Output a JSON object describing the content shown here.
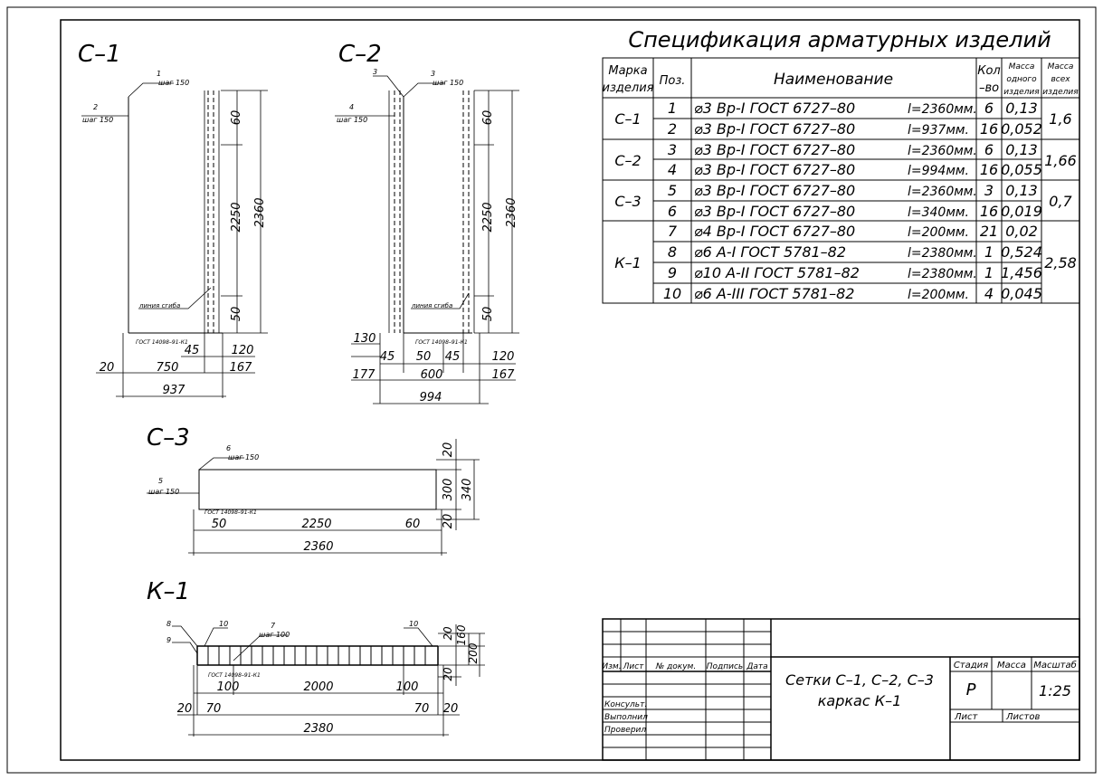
{
  "spec": {
    "title": "Спецификация арматурных изделий",
    "headers": {
      "mark_line1": "Марка",
      "mark_line2": "изделия",
      "pos": "Поз.",
      "name": "Наименование",
      "qty_line1": "Кол",
      "qty_line2": "–во",
      "mass1_line1": "Масса",
      "mass1_line2": "одного",
      "mass1_line3": "изделия",
      "mass2_line1": "Масса",
      "mass2_line2": "всех",
      "mass2_line3": "изделия"
    },
    "groups": [
      {
        "mark": "С–1",
        "total": "1,6"
      },
      {
        "mark": "С–2",
        "total": "1,66"
      },
      {
        "mark": "С–3",
        "total": "0,7"
      },
      {
        "mark": "К–1",
        "total": "2,58"
      }
    ],
    "rows": [
      {
        "pos": "1",
        "name": "⌀3  Вр-I ГОСТ 6727–80",
        "len": "l=2360мм.",
        "qty": "6",
        "mass": "0,13"
      },
      {
        "pos": "2",
        "name": "⌀3  Вр-I ГОСТ 6727–80",
        "len": "l=937мм.",
        "qty": "16",
        "mass": "0,052"
      },
      {
        "pos": "3",
        "name": "⌀3  Вр-I ГОСТ 6727–80",
        "len": "l=2360мм.",
        "qty": "6",
        "mass": "0,13"
      },
      {
        "pos": "4",
        "name": "⌀3  Вр-I ГОСТ 6727–80",
        "len": "l=994мм.",
        "qty": "16",
        "mass": "0,055"
      },
      {
        "pos": "5",
        "name": "⌀3  Вр-I ГОСТ 6727–80",
        "len": "l=2360мм.",
        "qty": "3",
        "mass": "0,13"
      },
      {
        "pos": "6",
        "name": "⌀3  Вр-I ГОСТ 6727–80",
        "len": "l=340мм.",
        "qty": "16",
        "mass": "0,019"
      },
      {
        "pos": "7",
        "name": "⌀4  Вр-I ГОСТ 6727–80",
        "len": "l=200мм.",
        "qty": "21",
        "mass": "0,02"
      },
      {
        "pos": "8",
        "name": "⌀6   A-I ГОСТ 5781–82",
        "len": "l=2380мм.",
        "qty": "1",
        "mass": "0,524"
      },
      {
        "pos": "9",
        "name": "⌀10  A-II ГОСТ 5781–82",
        "len": "l=2380мм.",
        "qty": "1",
        "mass": "1,456"
      },
      {
        "pos": "10",
        "name": "⌀6   A-III ГОСТ 5781–82",
        "len": "l=200мм.",
        "qty": "4",
        "mass": "0,045"
      }
    ]
  },
  "drawings": {
    "c1": {
      "title": "С–1",
      "ldr1_num": "1",
      "ldr1_step": "шаг 150",
      "ldr2_num": "2",
      "ldr2_step": "шаг 150",
      "weld": "линия сгиба",
      "gost": "ГОСТ 14098–91-К1",
      "d60": "60",
      "d2250": "2250",
      "d50": "50",
      "d2360": "2360",
      "d45": "45",
      "d120": "120",
      "d20": "20",
      "d750": "750",
      "d167": "167",
      "d937": "937"
    },
    "c2": {
      "title": "С–2",
      "ldr1_num": "3",
      "ldr3_num": "3",
      "ldr1_step": "шаг 150",
      "ldr2_num": "4",
      "ldr2_step": "шаг 150",
      "weld": "линия сгиба",
      "gost": "ГОСТ 14098–91-К1",
      "d60": "60",
      "d2250": "2250",
      "d50": "50",
      "d2360": "2360",
      "d130": "130",
      "d45a": "45",
      "d50b": "50",
      "d45b": "45",
      "d120": "120",
      "d177": "177",
      "d600": "600",
      "d167": "167",
      "d994": "994"
    },
    "c3": {
      "title": "С–3",
      "ldr6_num": "6",
      "ldr6_step": "шаг 150",
      "ldr5_num": "5",
      "ldr5_step": "шаг 150",
      "gost": "ГОСТ 14098–91-К1",
      "d20a": "20",
      "d300": "300",
      "d340": "340",
      "d20b": "20",
      "d50": "50",
      "d2250": "2250",
      "d60": "60",
      "d2360": "2360"
    },
    "k1": {
      "title": "К–1",
      "l8": "8",
      "l9": "9",
      "l10a": "10",
      "l7": "7",
      "l7_step": "шаг 100",
      "l10b": "10",
      "gost": "ГОСТ 14098–91-К1",
      "d20a": "20",
      "d160": "160",
      "d200": "200",
      "d20b": "20",
      "d100a": "100",
      "d2000": "2000",
      "d100b": "100",
      "d20c": "20",
      "d70a": "70",
      "d70b": "70",
      "d20d": "20",
      "d2380": "2380"
    }
  },
  "stamp": {
    "col_izm": "Изм.",
    "col_list": "Лист",
    "col_doc": "№ докум.",
    "col_sign": "Подпись",
    "col_date": "Дата",
    "role1": "Консульт.",
    "role2": "Выполнил",
    "role3": "Проверил",
    "title_line1": "Сетки С–1, С–2, С–3",
    "title_line2": "каркас К–1",
    "stage_h": "Стадия",
    "mass_h": "Масса",
    "scale_h": "Масштаб",
    "stage": "Р",
    "scale": "1:25",
    "sheet_h": "Лист",
    "sheets_h": "Листов"
  }
}
